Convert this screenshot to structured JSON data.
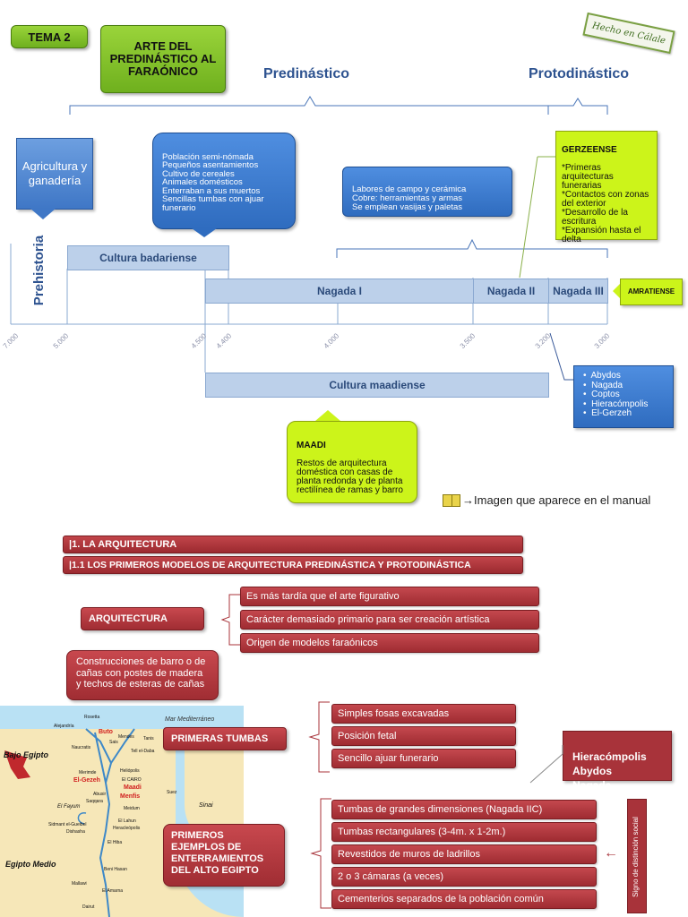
{
  "header": {
    "tema": "TEMA 2",
    "title": "ARTE DEL PREDINÁSTICO AL FARAÓNICO",
    "stamp": "Hecho en Cálale",
    "predinastico": "Predinástico",
    "protodinastico": "Protodinástico"
  },
  "timeline": {
    "prehistoria": "Prehistoria",
    "agricultura": "Agricultura y ganadería",
    "blue_bubble_1": "Población semi-nómada\nPequeños asentamientos\nCultivo de cereales\nAnimales domésticos\nEnterraban a sus muertos\nSencillas tumbas con ajuar funerario",
    "blue_bubble_2": "Labores de campo y cerámica\nCobre: herramientas y armas\nSe emplean vasijas y paletas",
    "gerzeense_title": "GERZEENSE",
    "gerzeense_body": "*Primeras arquitecturas funerarias\n*Contactos con zonas del exterior\n*Desarrollo de la escritura\n*Expansión hasta el delta",
    "badariense": "Cultura badariense",
    "nagada_1": "Nagada I",
    "nagada_2": "Nagada II",
    "nagada_3": "Nagada III",
    "amratiense": "AMRATIENSE",
    "maadiense": "Cultura maadiense",
    "ticks": [
      "7.000",
      "5.000",
      "4.500",
      "4.400",
      "4.000",
      "3.500",
      "3.200",
      "3.000"
    ],
    "sites": [
      "Abydos",
      "Nagada",
      "Coptos",
      "Hieracómpolis",
      "El-Gerzeh"
    ],
    "maadi_title": "MAADI",
    "maadi_body": "Restos de arquitectura doméstica con casas de planta redonda y de planta rectilínea de ramas y barro",
    "manual_note": "→Imagen que aparece en el manual"
  },
  "section": {
    "heading_1": "|1. LA ARQUITECTURA",
    "heading_2": "|1.1 LOS PRIMEROS MODELOS DE ARQUITECTURA PREDINÁSTICA Y PROTODINÁSTICA",
    "arquitectura": "ARQUITECTURA",
    "arq_items": [
      "Es más tardía que el arte figurativo",
      "Carácter demasiado primario para ser creación artística",
      "Origen de modelos faraónicos"
    ],
    "construcciones": "Construcciones de barro o de cañas con postes de madera y techos de esteras de cañas",
    "primeras_tumbas": "PRIMERAS TUMBAS",
    "tumbas_items": [
      "Simples fosas excavadas",
      "Posición fetal",
      "Sencillo ajuar funerario"
    ],
    "hieracompolis_box": "Hieracómpolis\nAbydos\nNagada",
    "primeros_ejemplos": "PRIMEROS EJEMPLOS DE ENTERRAMIENTOS DEL ALTO EGIPTO",
    "alto_items": [
      "Tumbas de grandes dimensiones (Nagada IIC)",
      "Tumbas rectangulares (3-4m. x 1-2m.)",
      "Revestidos de muros de ladrillos",
      "2 o 3 cámaras (a veces)",
      "Cementerios separados de la población común"
    ],
    "signo": "Signo de distinción social"
  },
  "map": {
    "sea": "Mar Mediterráneo",
    "bajo": "Bajo Egipto",
    "medio": "Egipto Medio",
    "sinai": "Sinai",
    "fayum": "El Fayum",
    "places": [
      "Rosetta",
      "Alejandría",
      "Buto",
      "Sais",
      "Mendes",
      "Tanis",
      "Naucratis",
      "Tell el-Daba",
      "Merimde",
      "Heliópolis",
      "El CAIRO",
      "Maadi",
      "Abusir",
      "Menfis",
      "Saqqara",
      "Suez",
      "Meidum",
      "El Lahun",
      "Sidmant el-Gueibel",
      "Dishasha",
      "Heracleópolis",
      "El Hiba",
      "Beni Hasan",
      "Mallawi",
      "El Amarna",
      "Dairut",
      "El-Gezeh"
    ]
  },
  "colors": {
    "green": "#8cc63f",
    "lime": "#ccf41a",
    "blue": "#3a78cf",
    "band": "#bcd0ea",
    "red": "#a8333a"
  }
}
